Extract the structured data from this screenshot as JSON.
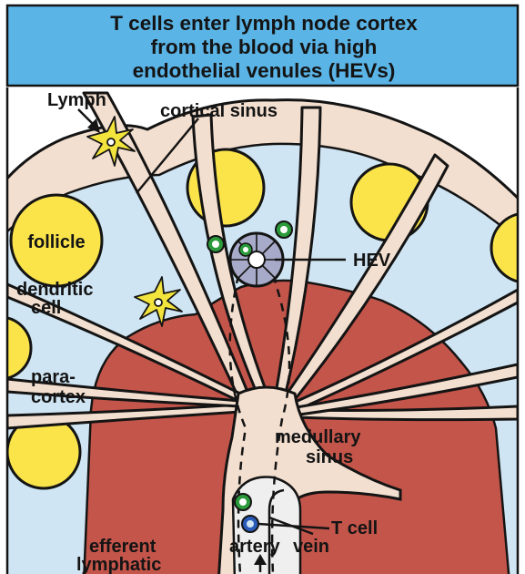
{
  "title": {
    "lines": [
      "T cells enter lymph node cortex",
      "from the blood via high",
      "endothelial venules (HEVs)"
    ]
  },
  "labels": {
    "lymph": "Lymph",
    "cortical_sinus": "cortical sinus",
    "follicle": "follicle",
    "dendritic": "dendritic",
    "cell": "cell",
    "hev": "HEV",
    "para": "para-",
    "cortex": "cortex",
    "medullary": "medullary",
    "sinus": "sinus",
    "t_cell": "T cell",
    "efferent": "efferent",
    "lymphatic": "lymphatic",
    "artery": "artery",
    "vein": "vein"
  },
  "colors": {
    "title_bg": "#5ab4e6",
    "sinus_tissue": "#f3dfcf",
    "outline": "#141414",
    "paracortex": "#cfe5f3",
    "follicle": "#fbe44a",
    "medulla": "#c4554a",
    "t_cell_ring": "#2a9a3a",
    "t_cell_core": "#2a5bb8",
    "hev_wall": "#a7aac8",
    "dendritic_cell": "#f2e43c",
    "vessel": "#efefef"
  }
}
